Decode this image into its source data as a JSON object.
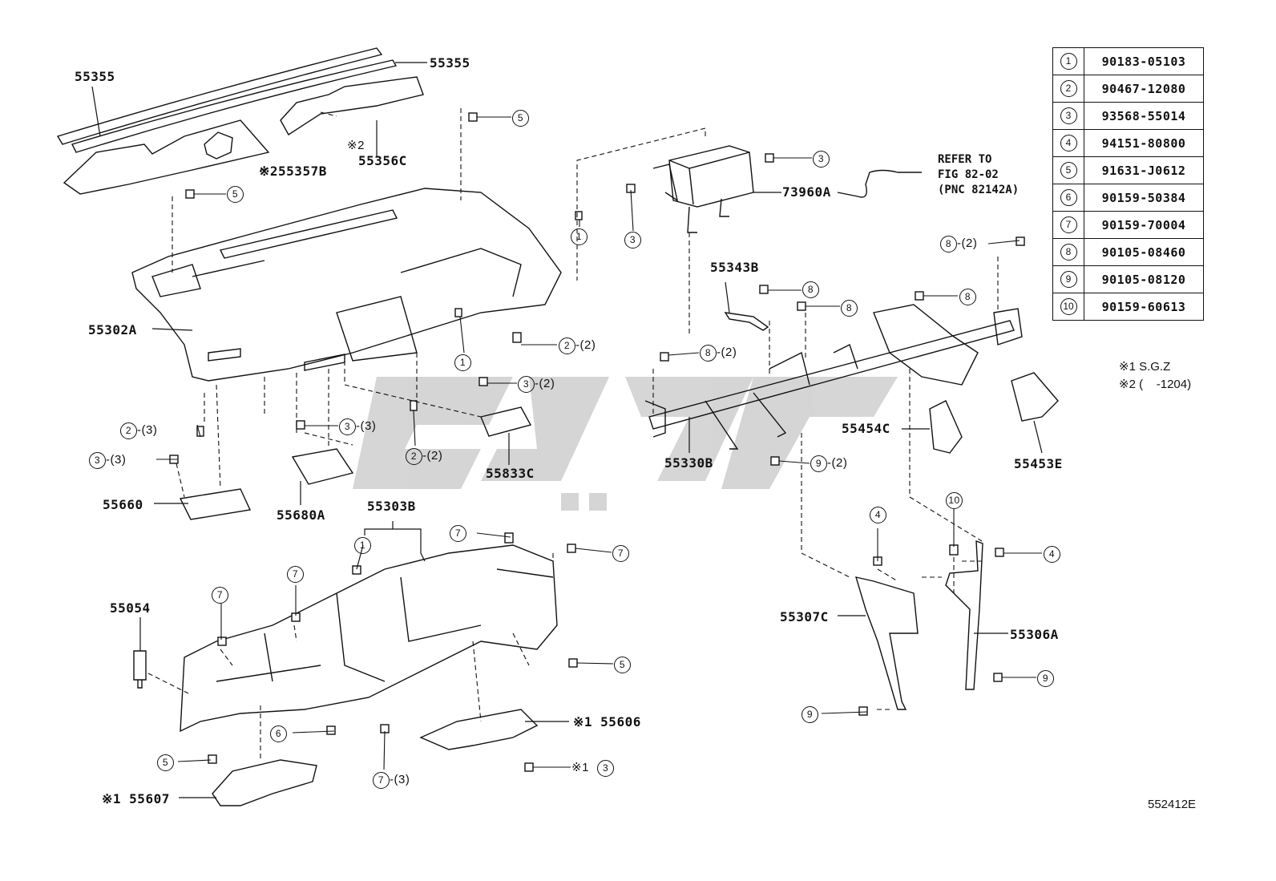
{
  "part_numbers": {
    "p55355_top": "55355",
    "p55355_right": "55355",
    "p55356C": "55356C",
    "note_55356C": "※2",
    "p55357B": "※255357B",
    "p55302A": "55302A",
    "p73960A": "73960A",
    "p55343B": "55343B",
    "p55330B": "55330B",
    "p55454C": "55454C",
    "p55453E": "55453E",
    "p55833C": "55833C",
    "p55660": "55660",
    "p55680A": "55680A",
    "p55303B": "55303B",
    "p55054": "55054",
    "p55307C": "55307C",
    "p55306A": "55306A",
    "p55606": "※1 55606",
    "p55607": "※1  55607"
  },
  "refer_note": "REFER TO\nFIG 82-02\n(PNC 82142A)",
  "callouts": {
    "c5a": "5",
    "c5b": "5",
    "c5c": "5",
    "c5d": "5",
    "c1a": "1",
    "c1b": "1",
    "c1c": "1",
    "c2a": "2",
    "c2a_q": "-(2)",
    "c2b": "2",
    "c2b_q": "-(3)",
    "c2c": "2",
    "c2c_q": "-(2)",
    "c3a": "3",
    "c3b": "3",
    "c3c": "3",
    "c3c_q": "-(2)",
    "c3d": "3",
    "c3d_q": "-(3)",
    "c3e": "3",
    "c3e_q": "-(3)",
    "c3f": "3",
    "c3f_pre": "※1",
    "c8a": "8",
    "c8a_q": "-(2)",
    "c8b": "8",
    "c8c": "8",
    "c8d": "8",
    "c8e": "8",
    "c8e_q": "-(2)",
    "c9a": "9",
    "c9a_q": "-(2)",
    "c9b": "9",
    "c9c": "9",
    "c4a": "4",
    "c4b": "4",
    "c10": "10",
    "c7a": "7",
    "c7b": "7",
    "c7c": "7",
    "c7d": "7",
    "c7e": "7",
    "c7e_q": "-(3)",
    "c6": "6"
  },
  "parts_table": [
    {
      "no": "1",
      "part": "90183-05103"
    },
    {
      "no": "2",
      "part": "90467-12080"
    },
    {
      "no": "3",
      "part": "93568-55014"
    },
    {
      "no": "4",
      "part": "94151-80800"
    },
    {
      "no": "5",
      "part": "91631-J0612"
    },
    {
      "no": "6",
      "part": "90159-50384"
    },
    {
      "no": "7",
      "part": "90159-70004"
    },
    {
      "no": "8",
      "part": "90105-08460"
    },
    {
      "no": "9",
      "part": "90105-08120"
    },
    {
      "no": "10",
      "part": "90159-60613"
    }
  ],
  "footnotes": {
    "f1": "※1 S.G.Z",
    "f2": "※2 (    -1204)"
  },
  "figure_code": "552412E",
  "colors": {
    "ink": "#111111",
    "watermark": "#c8c8c8"
  }
}
